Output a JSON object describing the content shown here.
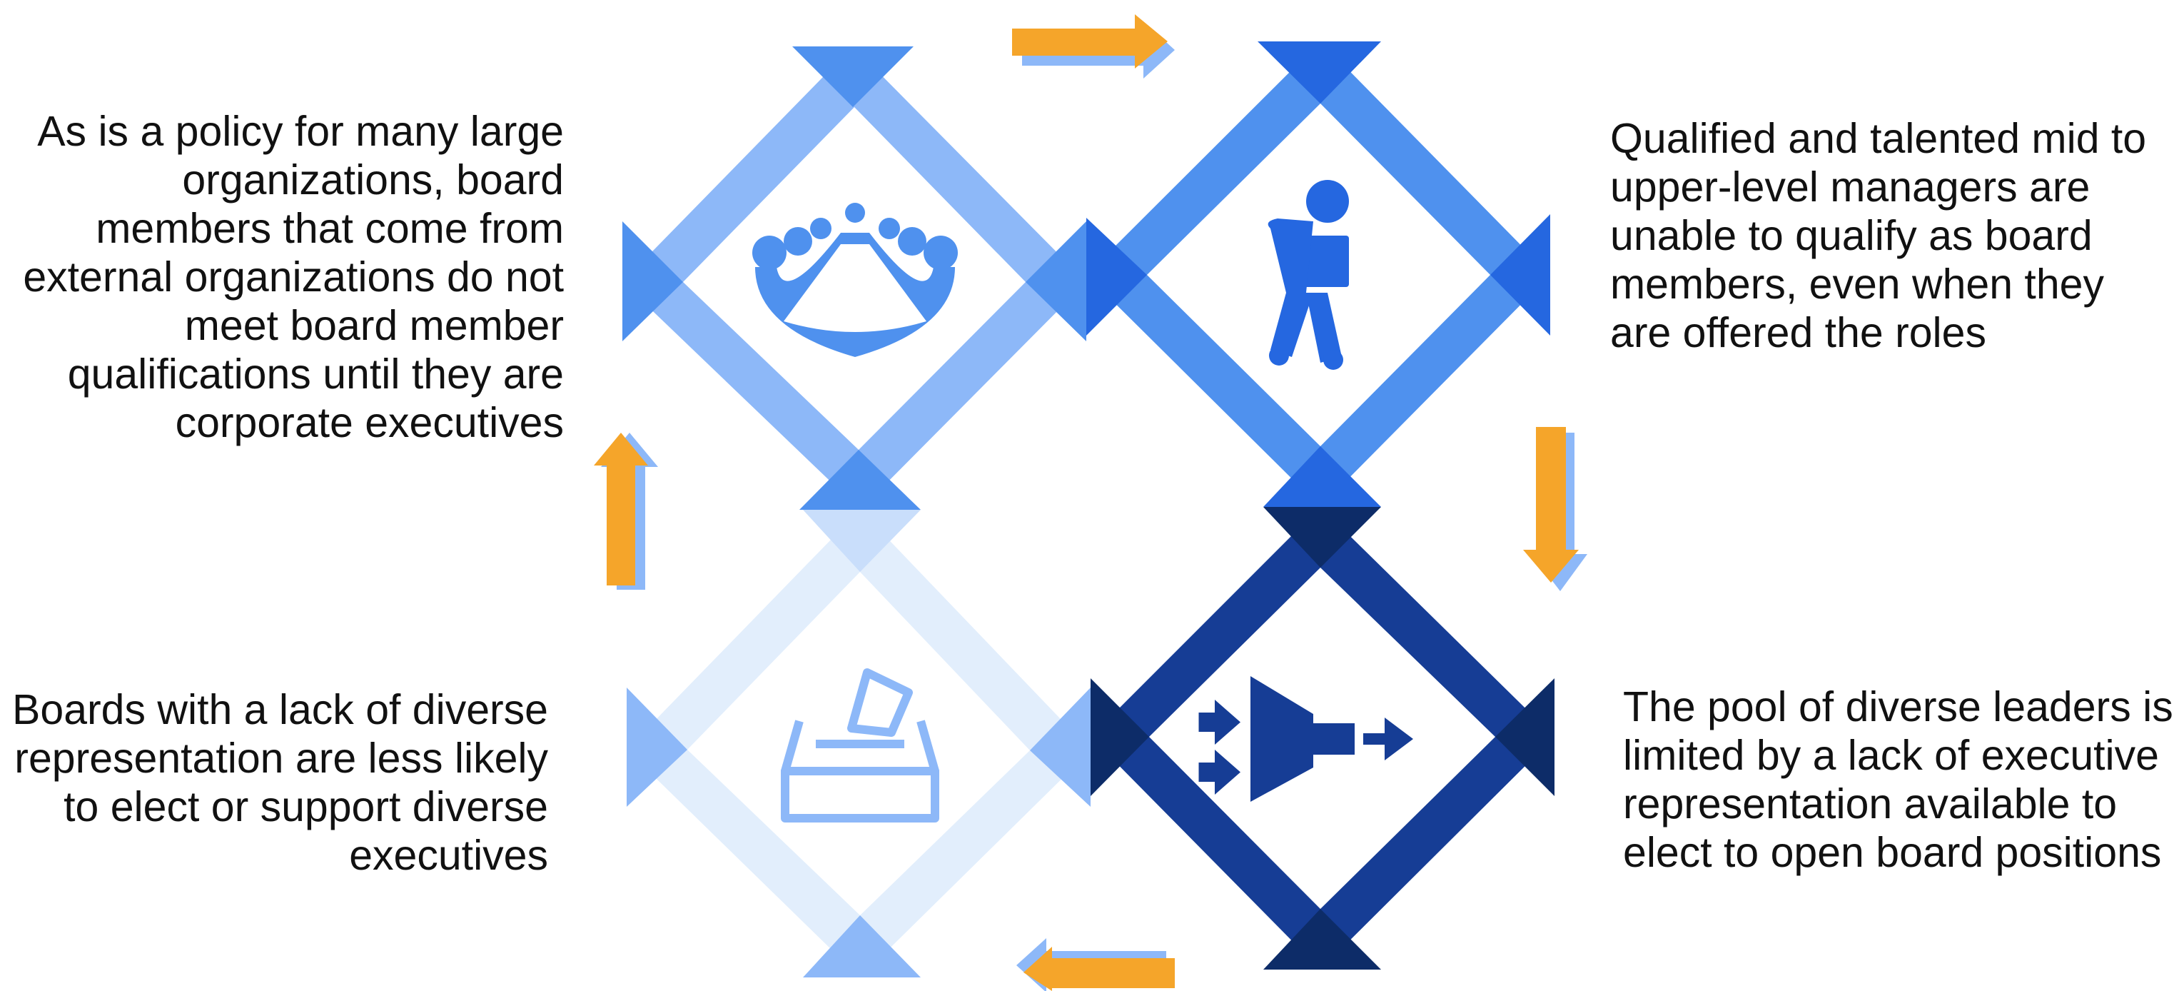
{
  "colors": {
    "top_left_band": "#8db8f8",
    "top_left_dark": "#4f91ee",
    "top_right_band": "#4f91ee",
    "top_right_dark": "#2567e0",
    "bottom_left_band": "#e2eefc",
    "bottom_left_dark": "#8db8f8",
    "bottom_right_band": "#163d95",
    "bottom_right_dark": "#0d2c68",
    "arrow_orange": "#f5a52a",
    "arrow_shadow": "#8db8f8",
    "text": "#111111"
  },
  "quadrants": {
    "top_left": {
      "icon": "boardroom-meeting-icon",
      "text": "As is a policy for many large organizations, board members that come from external organizations do not meet board member qualifications until they are corporate executives"
    },
    "top_right": {
      "icon": "person-carrying-box-icon",
      "text": "Qualified and talented mid to upper-level managers are unable to qualify as board members, even when they are offered the roles"
    },
    "bottom_right": {
      "icon": "funnel-arrows-icon",
      "text": "The pool of diverse leaders is limited by a lack of executive representation available to elect to open board positions"
    },
    "bottom_left": {
      "icon": "ballot-box-icon",
      "text": "Boards with a lack of diverse representation are less likely to elect or support diverse executives"
    }
  },
  "cycle_arrows": [
    {
      "icon": "arrow-right-icon",
      "direction": "right"
    },
    {
      "icon": "arrow-down-icon",
      "direction": "down"
    },
    {
      "icon": "arrow-left-icon",
      "direction": "left"
    },
    {
      "icon": "arrow-up-icon",
      "direction": "up"
    }
  ]
}
